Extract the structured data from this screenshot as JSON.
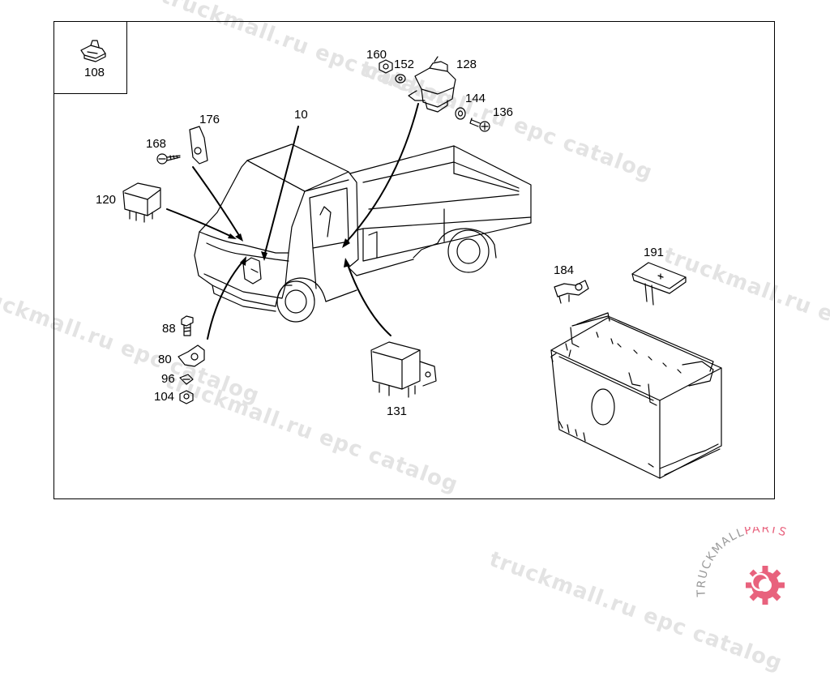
{
  "watermark": {
    "text1": "truckmall.ru epc catalog",
    "text2": "truckmall.ru epc catalog",
    "text3": "truckmall.ru epc catalog",
    "text4": "truckmall.ru epc catalog",
    "text5": "truckmall.ru epc catalog",
    "text6": "truckmall.ru epc catalog"
  },
  "callouts": {
    "c108": "108",
    "c160": "160",
    "c152": "152",
    "c128": "128",
    "c144": "144",
    "c136": "136",
    "c176": "176",
    "c10": "10",
    "c168": "168",
    "c120": "120",
    "c184": "184",
    "c191": "191",
    "c88": "88",
    "c80": "80",
    "c96": "96",
    "c104": "104",
    "c131": "131"
  },
  "logo": {
    "left": "TRUCKMALL",
    "right": "PARTS"
  },
  "colors": {
    "line": "#000000",
    "watermark": "#e3e3e3",
    "logo_gray": "#9a9a9a",
    "logo_pink": "#e8627d"
  }
}
